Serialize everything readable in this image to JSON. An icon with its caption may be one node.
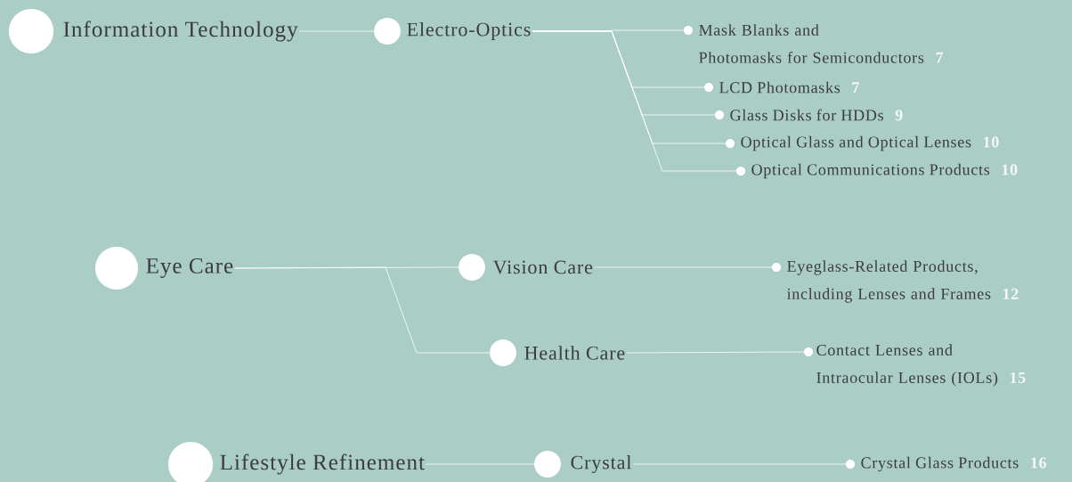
{
  "diagram": {
    "nodes": [
      {
        "text": [
          "Information Technology"
        ]
      },
      {
        "text": [
          "Electro-Optics"
        ]
      },
      {
        "text": [
          "Mask Blanks and Photomasks for Semiconductors"
        ]
      },
      {
        "text": [
          "LCD Photomasks"
        ]
      },
      {
        "text": [
          "Glass Disks for HDDs"
        ]
      },
      {
        "text": [
          "Optical Glass and Optical Lenses"
        ]
      },
      {
        "text": [
          "Optical Communications Products"
        ]
      },
      {
        "text": [
          "Eye Care"
        ]
      },
      {
        "text": [
          "Vision Care"
        ]
      },
      {
        "text": [
          "Health Care"
        ]
      },
      {
        "text": [
          "Eyeglass-Related Products, including Lenses and Frames"
        ]
      },
      {
        "text": [
          "Contact Lenses and Intraocular Lenses (IOLs)"
        ]
      },
      {
        "text": [
          "Lifestyle Refinement"
        ]
      },
      {
        "text": [
          "Crystal"
        ]
      },
      {
        "text": [
          "Crystal Glass Products"
        ]
      }
    ],
    "labels": [
      "7",
      "7",
      "9",
      "10",
      "10",
      "12",
      "15",
      "16"
    ],
    "edges": [
      {
        "from": 0,
        "to": 1,
        "arrow": "none"
      },
      {
        "from": 1,
        "to": 2,
        "arrow": "none"
      },
      {
        "from": 1,
        "to": 3,
        "arrow": "none"
      },
      {
        "from": 1,
        "to": 4,
        "arrow": "none"
      },
      {
        "from": 1,
        "to": 5,
        "arrow": "none"
      },
      {
        "from": 1,
        "to": 6,
        "arrow": "none"
      },
      {
        "from": 7,
        "to": 8,
        "arrow": "none"
      },
      {
        "from": 7,
        "to": 9,
        "arrow": "none"
      },
      {
        "from": 8,
        "to": 10,
        "arrow": "none"
      },
      {
        "from": 9,
        "to": 11,
        "arrow": "none"
      },
      {
        "from": 12,
        "to": 13,
        "arrow": "none"
      },
      {
        "from": 13,
        "to": 14,
        "arrow": "none"
      }
    ]
  }
}
